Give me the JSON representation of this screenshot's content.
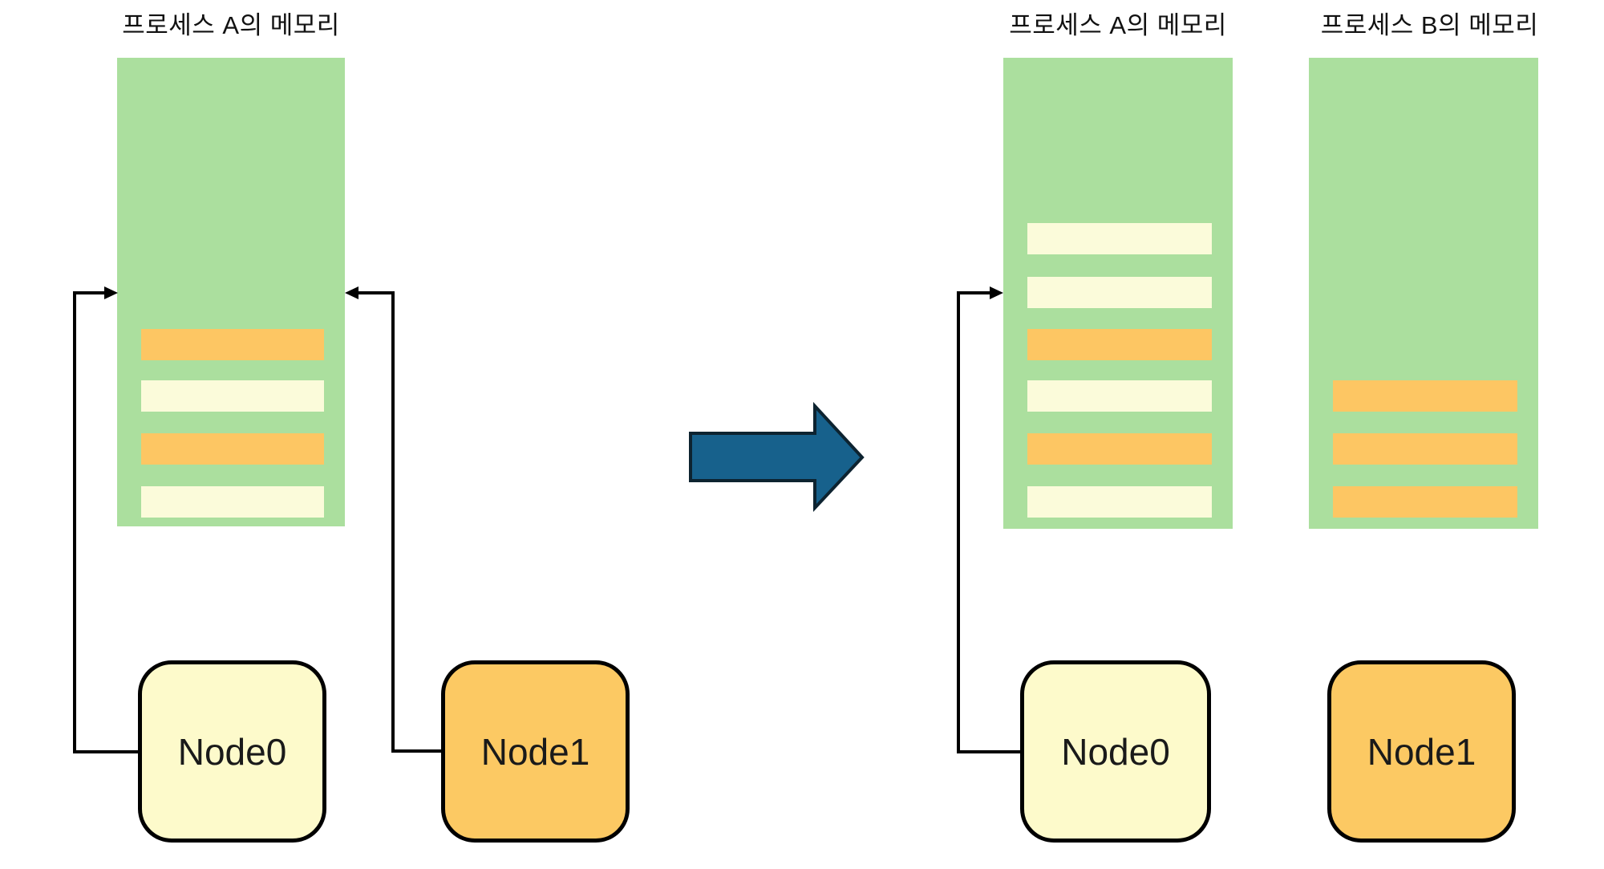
{
  "colors": {
    "green": "#ABDF9E",
    "orange": "#FDC663",
    "pale_yellow": "#FBFBDA",
    "node_yellow": "#FDFACB",
    "node_orange": "#FCC963",
    "arrow_fill": "#17618C",
    "arrow_stroke": "#0D2330",
    "line_black": "#000000"
  },
  "layout": {
    "row_offsets": [
      206,
      273,
      338,
      402,
      468,
      534
    ],
    "stripe_height": 39
  },
  "before": {
    "memory_a": {
      "title": "프로세스 A의 메모리",
      "stripes": [
        {
          "row": 3,
          "color": "orange"
        },
        {
          "row": 4,
          "color": "pale_yellow"
        },
        {
          "row": 5,
          "color": "orange"
        },
        {
          "row": 6,
          "color": "pale_yellow"
        }
      ]
    },
    "node0": {
      "label": "Node0"
    },
    "node1": {
      "label": "Node1"
    }
  },
  "after": {
    "memory_a": {
      "title": "프로세스 A의 메모리",
      "stripes": [
        {
          "row": 1,
          "color": "pale_yellow"
        },
        {
          "row": 2,
          "color": "pale_yellow"
        },
        {
          "row": 3,
          "color": "orange"
        },
        {
          "row": 4,
          "color": "pale_yellow"
        },
        {
          "row": 5,
          "color": "orange"
        },
        {
          "row": 6,
          "color": "pale_yellow"
        }
      ]
    },
    "memory_b": {
      "title": "프로세스 B의 메모리",
      "stripes": [
        {
          "row": 4,
          "color": "orange"
        },
        {
          "row": 5,
          "color": "orange"
        },
        {
          "row": 6,
          "color": "orange"
        }
      ]
    },
    "node0": {
      "label": "Node0"
    },
    "node1": {
      "label": "Node1"
    }
  }
}
